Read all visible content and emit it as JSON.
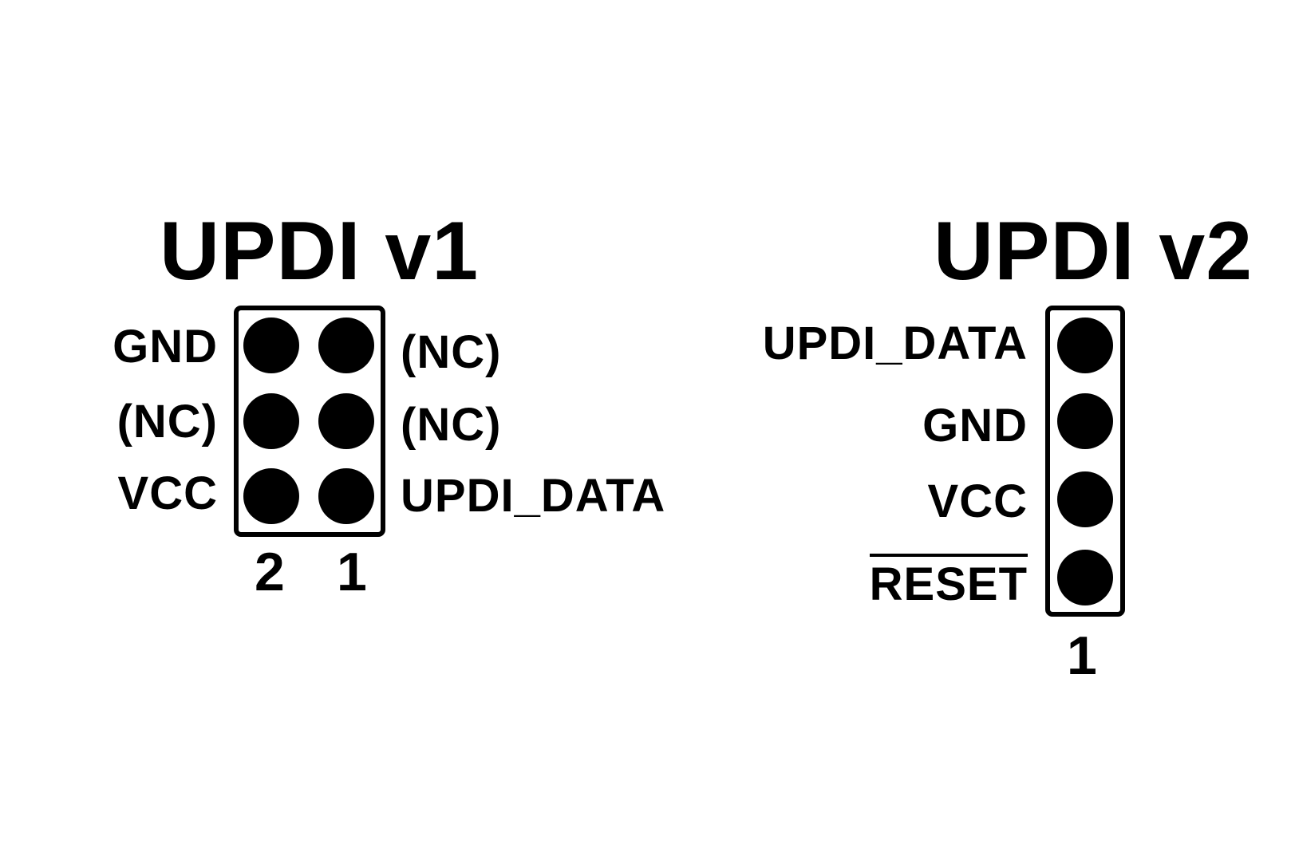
{
  "v1": {
    "title": "UPDI v1",
    "left_labels": [
      "GND",
      "(NC)",
      "VCC"
    ],
    "right_labels": [
      "(NC)",
      "(NC)",
      "UPDI_DATA"
    ],
    "column_numbers": [
      "2",
      "1"
    ]
  },
  "v2": {
    "title": "UPDI v2",
    "labels": [
      "UPDI_DATA",
      "GND",
      "VCC",
      "RESET"
    ],
    "pin_number": "1"
  }
}
